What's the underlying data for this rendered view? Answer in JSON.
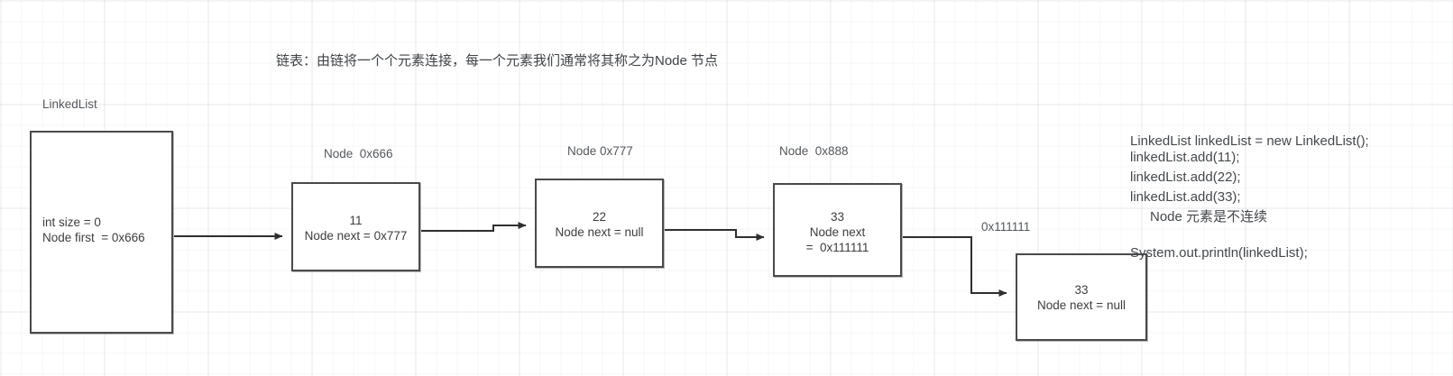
{
  "title": "链表：由链将一个个元素连接，每一个元素我们通常将其称之为Node 节点",
  "linkedlist": {
    "label": "LinkedList",
    "line1": "int size = 0",
    "line2": "Node first  = 0x666"
  },
  "nodes": [
    {
      "caption": "Node  0x666",
      "value": "11",
      "next": "Node next = 0x777"
    },
    {
      "caption": "Node 0x777",
      "value": "22",
      "next": "Node next = null"
    },
    {
      "caption": "Node  0x888",
      "value": "33",
      "next_line1": "Node next",
      "next_line2": "=  0x111111"
    },
    {
      "caption": "0x111111",
      "value": "33",
      "next": "Node next = null"
    }
  ],
  "code": {
    "line1": "LinkedList linkedList = new LinkedList();",
    "line2": "linkedList.add(11);",
    "line3": "linkedList.add(22);",
    "line4": "linkedList.add(33);",
    "line5": "Node 元素是不连续",
    "line6": "System.out.println(linkedList);"
  },
  "colors": {
    "stroke": "#4a4a4a",
    "text": "#3d3d3d",
    "caption": "#55585c",
    "grid_major": "#8c96a5",
    "grid_minor": "#7d8796"
  }
}
